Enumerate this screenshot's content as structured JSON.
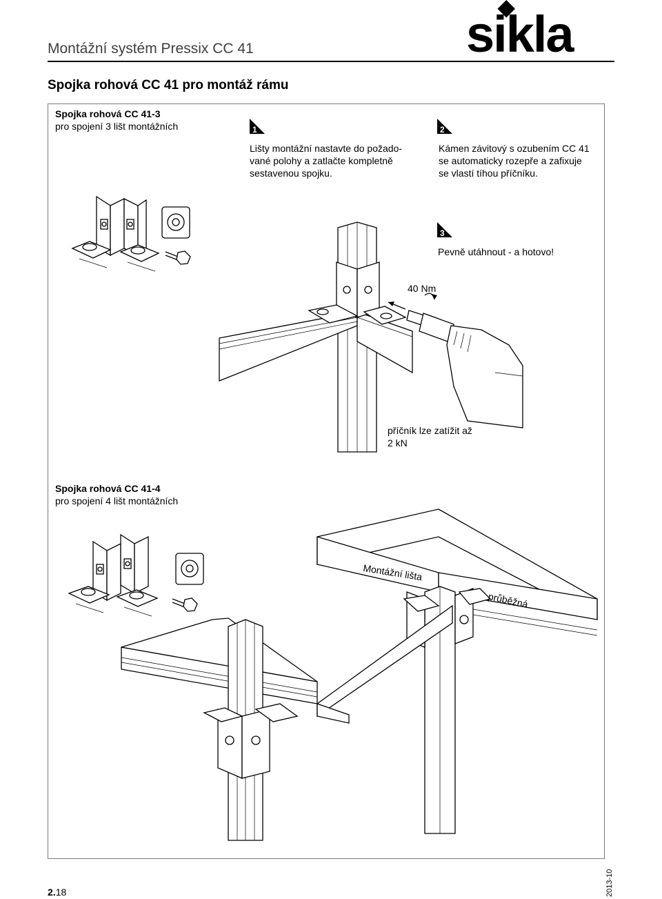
{
  "header": {
    "title": "Montážní systém Pressix CC 41",
    "logo_text": "sikla"
  },
  "page_title": "Spojka rohová CC 41 pro montáž rámu",
  "section1": {
    "title": "Spojka rohová CC 41-3",
    "subtitle": "pro spojení 3 lišt montážních"
  },
  "steps": [
    {
      "number": "1",
      "lines": [
        "Lišty montážní nastavte do požado-",
        "vané polohy a zatlačte kompletně",
        "sestavenou spojku."
      ]
    },
    {
      "number": "2",
      "lines": [
        "Kámen závitový s ozubením CC 41",
        "se automaticky rozepře a zafixuje",
        "se vlastí tíhou příčníku."
      ]
    },
    {
      "number": "3",
      "lines": [
        "Pevně utáhnout - a hotovo!"
      ]
    }
  ],
  "torque_label": "40 Nm",
  "load_note": [
    "příčník lze zatížit až",
    "2 kN"
  ],
  "section2": {
    "title": "Spojka rohová CC 41-4",
    "subtitle": "pro spojení 4 lišt montážních"
  },
  "diagram_labels": {
    "rail": "Montážní lišta",
    "through": "průběžná"
  },
  "footer": {
    "chapter": "2.",
    "page": "18",
    "date": "2013-10"
  }
}
